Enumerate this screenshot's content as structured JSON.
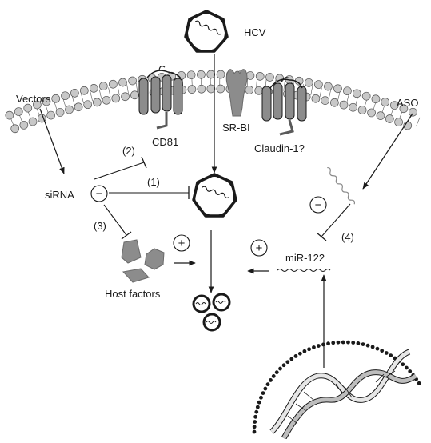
{
  "labels": {
    "hcv": "HCV",
    "cd81": "CD81",
    "srbi": "SR-BI",
    "claudin": "Claudin-1?",
    "vectors": "Vectors",
    "aso": "ASO",
    "sirna": "siRNA",
    "mir122": "miR-122",
    "host_factors": "Host factors"
  },
  "steps": {
    "s1": "(1)",
    "s2": "(2)",
    "s3": "(3)",
    "s4": "(4)"
  },
  "signs": {
    "minus": "−",
    "plus": "+"
  },
  "colors": {
    "line": "#1a1a1a",
    "protein_fill": "#8c8c8c",
    "protein_dark": "#5a5a5a",
    "lipid_head": "#c8c8c8",
    "helix_light": "#e6e6e6"
  }
}
